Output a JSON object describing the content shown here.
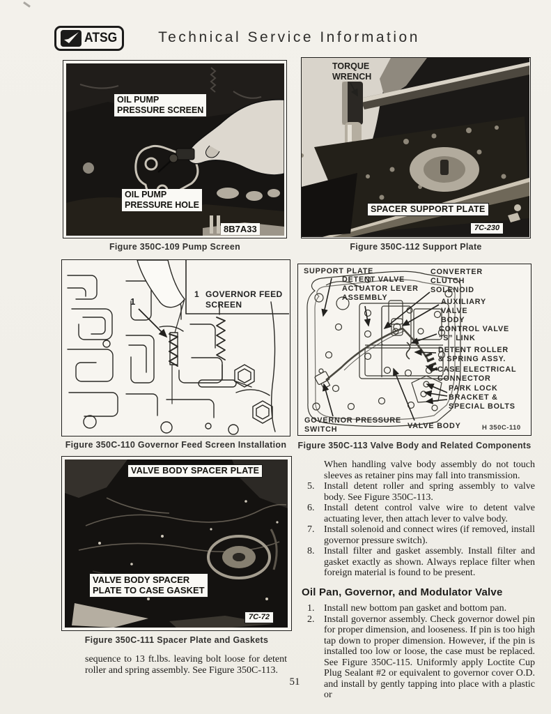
{
  "colors": {
    "paper": "#f2f0ea",
    "ink": "#1c1b19"
  },
  "header": {
    "logo": "ATSG",
    "title": "Technical Service Information"
  },
  "fig109": {
    "caption": "Figure 350C-109 Pump Screen",
    "label_screen": "OIL PUMP\nPRESSURE SCREEN",
    "label_hole": "OIL PUMP\nPRESSURE HOLE",
    "code": "8B7A33"
  },
  "fig112": {
    "caption": "Figure 350C-112 Support Plate",
    "label_wrench": "TORQUE\nWRENCH",
    "label_plate": "SPACER SUPPORT PLATE",
    "code": "7C-230"
  },
  "fig110": {
    "caption": "Figure 350C-110 Governor Feed Screen Installation",
    "legend_num": "1",
    "legend_text": "GOVERNOR FEED\nSCREEN",
    "callout_num": "1"
  },
  "fig113": {
    "caption": "Figure 350C-113 Valve Body and Related Components",
    "code": "H 350C-110",
    "labels": {
      "support_plate": "SUPPORT PLATE",
      "detent_valve": "DETENT VALVE\nACTUATOR LEVER\nASSEMBLY",
      "converter": "CONVERTER\nCLUTCH\nSOLENOID",
      "auxiliary": "AUXILIARY\nVALVE\nBODY",
      "control_valve": "CONTROL VALVE\n“S” LINK",
      "detent_roller": "DETENT ROLLER\n& SPRING ASSY.",
      "case_connector": "CASE ELECTRICAL\nCONNECTOR",
      "park_lock": "PARK LOCK\nBRACKET &\nSPECIAL BOLTS",
      "governor_switch": "GOVERNOR PRESSURE\nSWITCH",
      "valve_body": "VALVE BODY"
    }
  },
  "fig111": {
    "caption": "Figure 350C-111 Spacer Plate and Gaskets",
    "label_plate": "VALVE BODY SPACER PLATE",
    "label_gasket": "VALVE BODY SPACER\nPLATE TO CASE GASKET",
    "code": "7C-72"
  },
  "right_column": {
    "intro": "When handling valve body assembly do not touch sleeves as retainer pins may fall into transmission.",
    "steps": [
      {
        "num": "5.",
        "text": "Install detent roller and spring assembly to valve body. See Figure 350C-113."
      },
      {
        "num": "6.",
        "text": "Install detent control valve wire to detent valve actuating lever, then attach lever to valve body."
      },
      {
        "num": "7.",
        "text": "Install solenoid and connect wires (if removed, install governor pressure switch)."
      },
      {
        "num": "8.",
        "text": "Install filter and gasket assembly. Install filter and gasket exactly as shown. Always replace filter when foreign material is found to be present."
      }
    ],
    "section_heading": "Oil Pan, Governor, and Modulator Valve",
    "steps2": [
      {
        "num": "1.",
        "text": "Install new bottom pan gasket and bottom pan."
      },
      {
        "num": "2.",
        "text": "Install governor assembly. Check governor dowel pin for proper dimension, and looseness. If pin is too high tap down to proper dimension. However, if the pin is installed too low or loose, the case must be replaced. See Figure 350C-115. Uniformly apply Loctite Cup Plug Sealant #2 or equivalent to governor cover O.D. and install by gently tapping into place with a plastic or"
      }
    ]
  },
  "left_continuation": "sequence to 13 ft.lbs. leaving bolt loose for detent roller and spring assembly. See Figure 350C-113.",
  "page": {
    "number": "51"
  }
}
